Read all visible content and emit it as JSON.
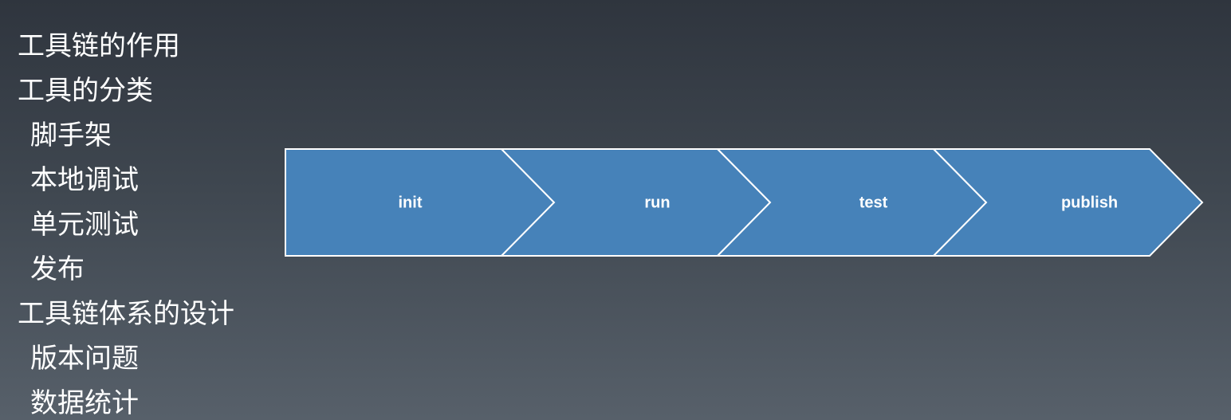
{
  "outline": [
    {
      "level": 1,
      "text": "工具链的作用"
    },
    {
      "level": 1,
      "text": "工具的分类"
    },
    {
      "level": 2,
      "text": "脚手架"
    },
    {
      "level": 2,
      "text": "本地调试"
    },
    {
      "level": 2,
      "text": "单元测试"
    },
    {
      "level": 2,
      "text": "发布"
    },
    {
      "level": 1,
      "text": "工具链体系的设计"
    },
    {
      "level": 2,
      "text": "版本问题"
    },
    {
      "level": 2,
      "text": "数据统计"
    }
  ],
  "flow": {
    "steps": [
      "init",
      "run",
      "test",
      "publish"
    ],
    "fill_color": "#4682b9",
    "border_color": "#ffffff",
    "text_color": "#ffffff"
  }
}
